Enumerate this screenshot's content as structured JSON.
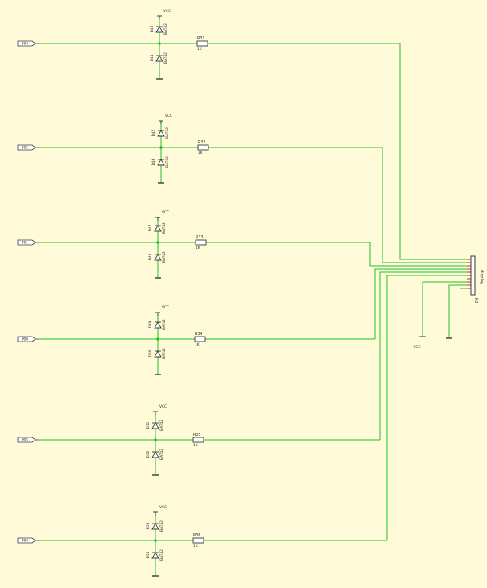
{
  "colors": {
    "background": "#fffbd9",
    "wire": "#22c02a",
    "symbol": "#3a3a3a",
    "pin": "#cc2a2a",
    "junction": "#22c02a"
  },
  "net_labels": [
    "P03",
    "P02",
    "P01",
    "P00",
    "P05",
    "P04"
  ],
  "vcc_label": "VCC",
  "stages": [
    {
      "top_diode": "D43",
      "bottom_diode": "D44",
      "part": "BAT42",
      "resistor": "R31",
      "value": "1K"
    },
    {
      "top_diode": "D45",
      "bottom_diode": "D46",
      "part": "BAT42",
      "resistor": "R32",
      "value": "1K"
    },
    {
      "top_diode": "D47",
      "bottom_diode": "D48",
      "part": "BAT42",
      "resistor": "R33",
      "value": "1K"
    },
    {
      "top_diode": "D49",
      "bottom_diode": "D50",
      "part": "BAT42",
      "resistor": "R34",
      "value": "1K"
    },
    {
      "top_diode": "D51",
      "bottom_diode": "D52",
      "part": "BAT42",
      "resistor": "R35",
      "value": "1K"
    },
    {
      "top_diode": "D53",
      "bottom_diode": "D54",
      "part": "BAT42",
      "resistor": "R36",
      "value": "1K"
    }
  ],
  "connector": {
    "ref": "K3",
    "name": "display"
  },
  "connector_vcc_label": "VCC"
}
